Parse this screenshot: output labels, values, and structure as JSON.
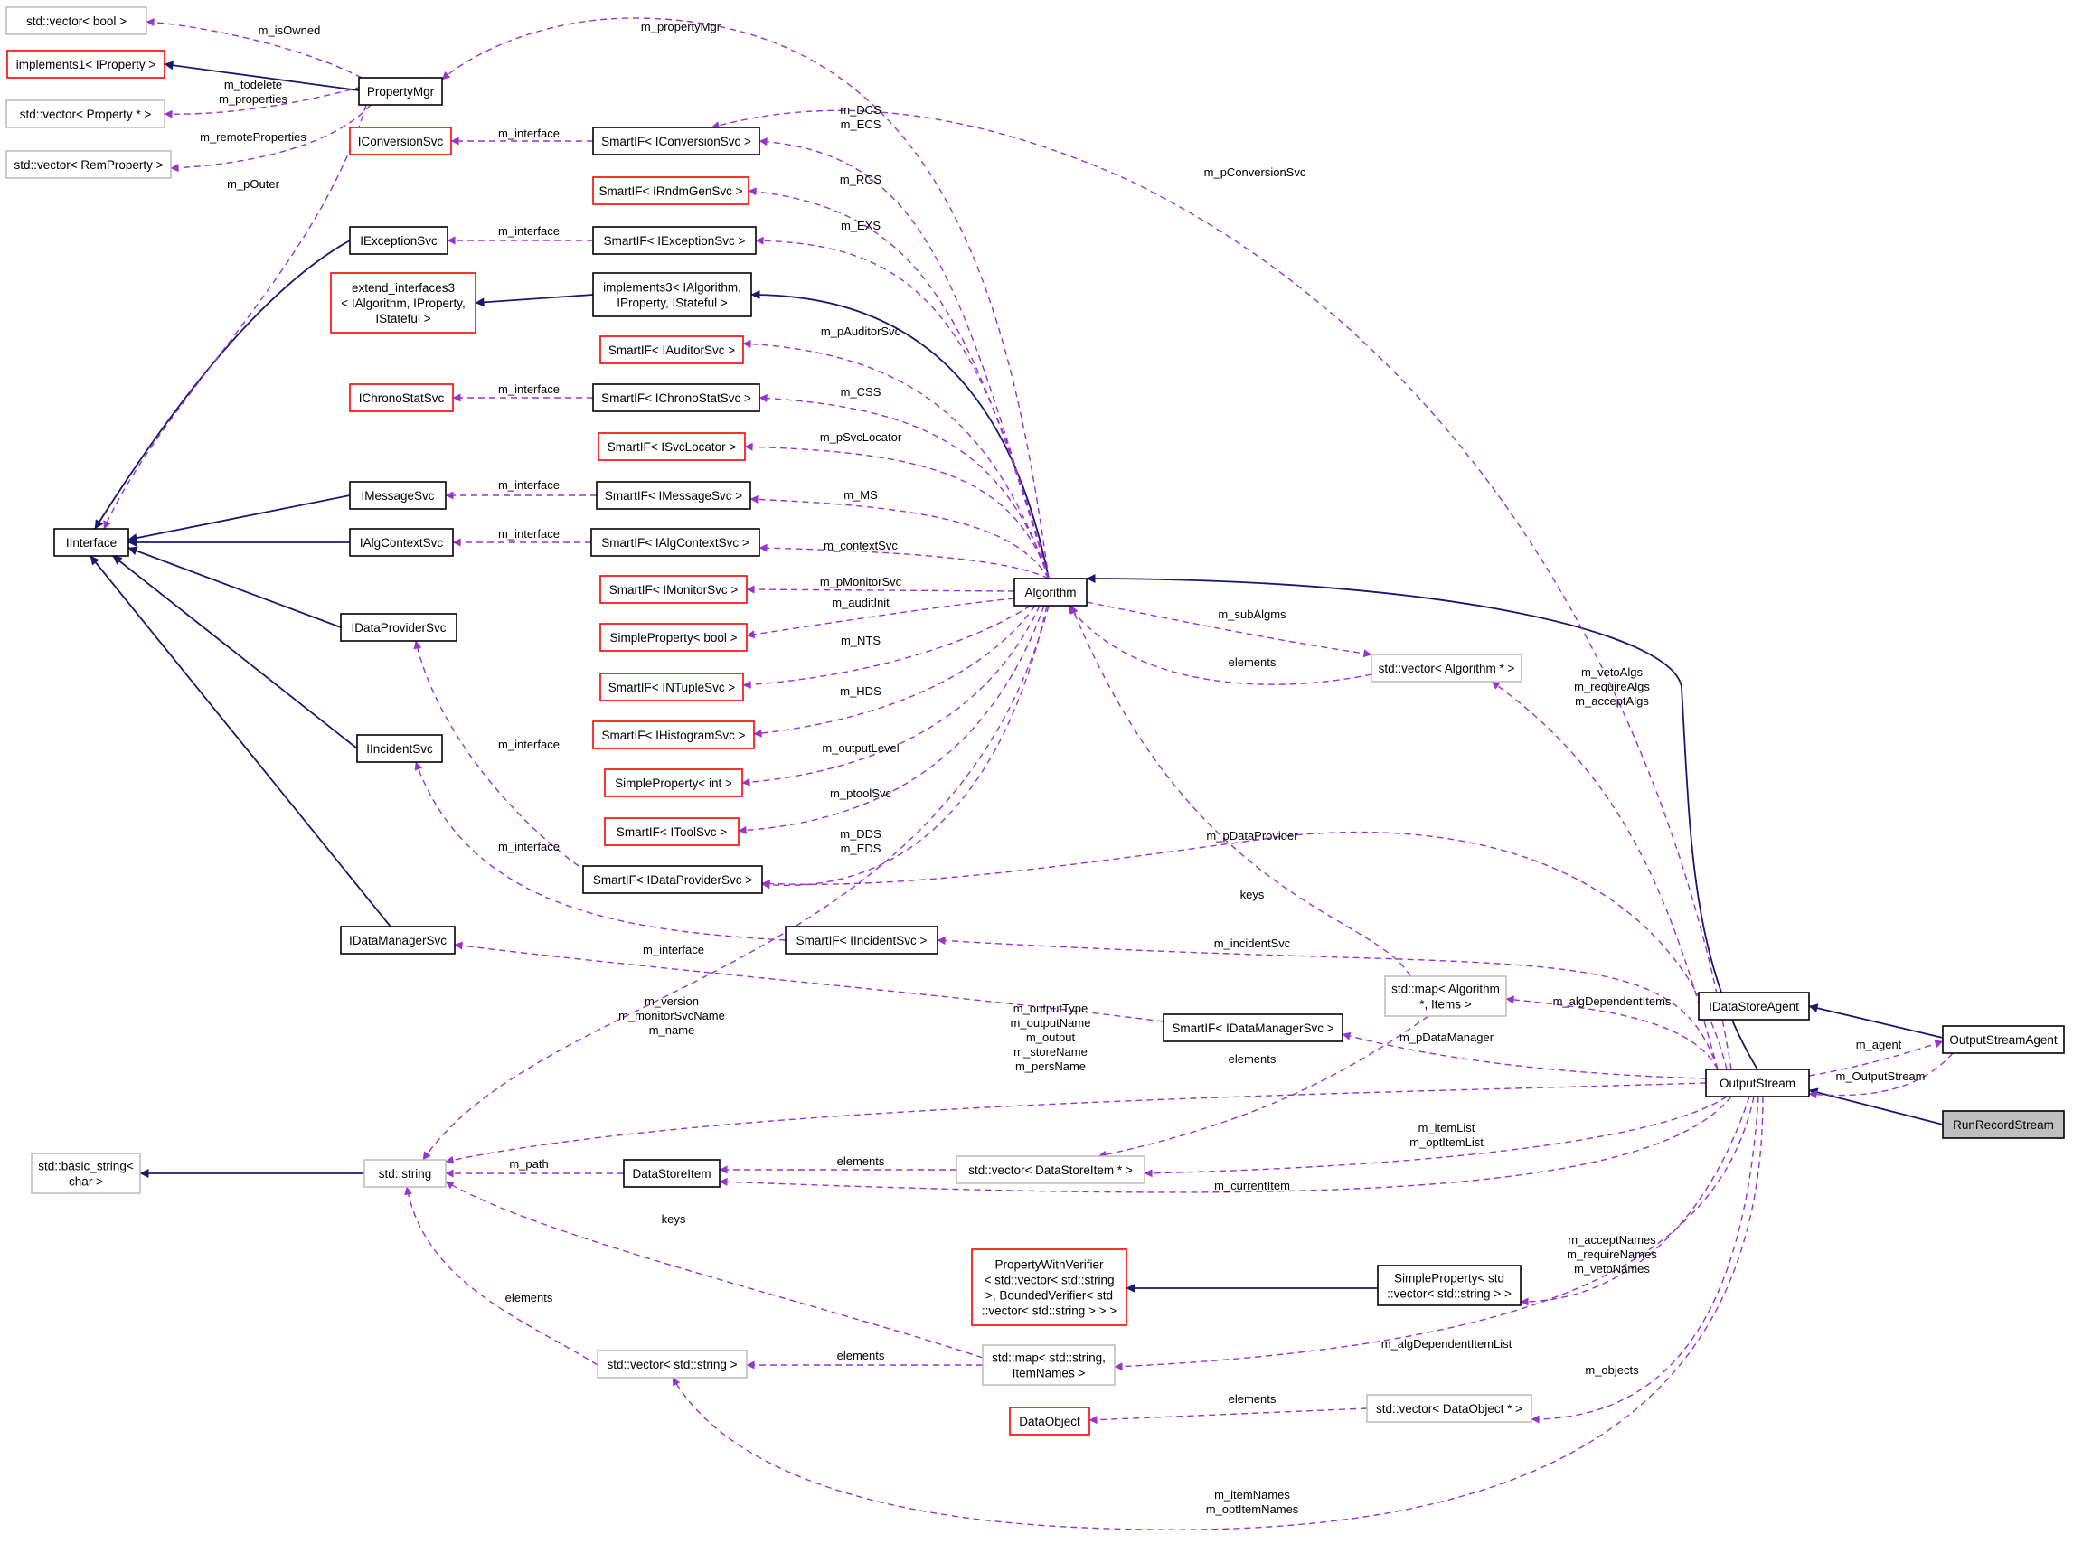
{
  "colors": {
    "inheritance": "#191970",
    "usage": "#9a32cd",
    "border_documented": "#000000",
    "border_undocumented": "#ff0000",
    "border_external": "#bfbfbf",
    "selected_fill": "#bfbfbf"
  },
  "nodes": [
    {
      "id": "vec_bool",
      "lines": [
        "std::vector< bool >"
      ],
      "kind": "gray"
    },
    {
      "id": "impl1",
      "lines": [
        "implements1< IProperty >"
      ],
      "kind": "red"
    },
    {
      "id": "vec_prop",
      "lines": [
        "std::vector< Property * >"
      ],
      "kind": "gray"
    },
    {
      "id": "vec_remprop",
      "lines": [
        "std::vector< RemProperty >"
      ],
      "kind": "gray"
    },
    {
      "id": "propmgr",
      "lines": [
        "PropertyMgr"
      ],
      "kind": "std"
    },
    {
      "id": "iconvsvc",
      "lines": [
        "IConversionSvc"
      ],
      "kind": "red"
    },
    {
      "id": "sif_conv",
      "lines": [
        "SmartIF< IConversionSvc >"
      ],
      "kind": "std"
    },
    {
      "id": "sif_rndm",
      "lines": [
        "SmartIF< IRndmGenSvc >"
      ],
      "kind": "red"
    },
    {
      "id": "iexcsvc",
      "lines": [
        "IExceptionSvc"
      ],
      "kind": "std"
    },
    {
      "id": "sif_exc",
      "lines": [
        "SmartIF< IExceptionSvc >"
      ],
      "kind": "std"
    },
    {
      "id": "extend3",
      "lines": [
        "extend_interfaces3",
        "< IAlgorithm, IProperty,",
        "IStateful >"
      ],
      "kind": "red"
    },
    {
      "id": "impl3",
      "lines": [
        "implements3< IAlgorithm,",
        "IProperty, IStateful >"
      ],
      "kind": "std"
    },
    {
      "id": "sif_aud",
      "lines": [
        "SmartIF< IAuditorSvc >"
      ],
      "kind": "red"
    },
    {
      "id": "ichrono",
      "lines": [
        "IChronoStatSvc"
      ],
      "kind": "red"
    },
    {
      "id": "sif_chrono",
      "lines": [
        "SmartIF< IChronoStatSvc >"
      ],
      "kind": "std"
    },
    {
      "id": "sif_svcloc",
      "lines": [
        "SmartIF< ISvcLocator >"
      ],
      "kind": "red"
    },
    {
      "id": "imsgsvc",
      "lines": [
        "IMessageSvc"
      ],
      "kind": "std"
    },
    {
      "id": "sif_msg",
      "lines": [
        "SmartIF< IMessageSvc >"
      ],
      "kind": "std"
    },
    {
      "id": "iinterface",
      "lines": [
        "IInterface"
      ],
      "kind": "std"
    },
    {
      "id": "ialgctx",
      "lines": [
        "IAlgContextSvc"
      ],
      "kind": "std"
    },
    {
      "id": "sif_algctx",
      "lines": [
        "SmartIF< IAlgContextSvc >"
      ],
      "kind": "std"
    },
    {
      "id": "sif_mon",
      "lines": [
        "SmartIF< IMonitorSvc >"
      ],
      "kind": "red"
    },
    {
      "id": "algorithm",
      "lines": [
        "Algorithm"
      ],
      "kind": "std"
    },
    {
      "id": "sp_bool",
      "lines": [
        "SimpleProperty< bool >"
      ],
      "kind": "red"
    },
    {
      "id": "idataprov",
      "lines": [
        "IDataProviderSvc"
      ],
      "kind": "std"
    },
    {
      "id": "vec_alg",
      "lines": [
        "std::vector< Algorithm * >"
      ],
      "kind": "gray"
    },
    {
      "id": "sif_ntuple",
      "lines": [
        "SmartIF< INTupleSvc >"
      ],
      "kind": "red"
    },
    {
      "id": "sif_hist",
      "lines": [
        "SmartIF< IHistogramSvc >"
      ],
      "kind": "red"
    },
    {
      "id": "iincsvc",
      "lines": [
        "IIncidentSvc"
      ],
      "kind": "std"
    },
    {
      "id": "sp_int",
      "lines": [
        "SimpleProperty< int >"
      ],
      "kind": "red"
    },
    {
      "id": "sif_tool",
      "lines": [
        "SmartIF< IToolSvc >"
      ],
      "kind": "red"
    },
    {
      "id": "sif_dataprov",
      "lines": [
        "SmartIF< IDataProviderSvc >"
      ],
      "kind": "std"
    },
    {
      "id": "idatamgr",
      "lines": [
        "IDataManagerSvc"
      ],
      "kind": "std"
    },
    {
      "id": "sif_inc",
      "lines": [
        "SmartIF< IIncidentSvc >"
      ],
      "kind": "std"
    },
    {
      "id": "map_alg",
      "lines": [
        "std::map< Algorithm",
        "*, Items >"
      ],
      "kind": "gray"
    },
    {
      "id": "idsagent",
      "lines": [
        "IDataStoreAgent"
      ],
      "kind": "std"
    },
    {
      "id": "sif_datamgr",
      "lines": [
        "SmartIF< IDataManagerSvc >"
      ],
      "kind": "std"
    },
    {
      "id": "osagent",
      "lines": [
        "OutputStreamAgent"
      ],
      "kind": "std"
    },
    {
      "id": "outstream",
      "lines": [
        "OutputStream"
      ],
      "kind": "std"
    },
    {
      "id": "runrecord",
      "lines": [
        "RunRecordStream"
      ],
      "kind": "selected"
    },
    {
      "id": "basic_string",
      "lines": [
        "std::basic_string<",
        "char >"
      ],
      "kind": "gray"
    },
    {
      "id": "stdstring",
      "lines": [
        "std::string"
      ],
      "kind": "gray"
    },
    {
      "id": "dsitem",
      "lines": [
        "DataStoreItem"
      ],
      "kind": "std"
    },
    {
      "id": "vec_dsitem",
      "lines": [
        "std::vector< DataStoreItem * >"
      ],
      "kind": "gray"
    },
    {
      "id": "pwv",
      "lines": [
        "PropertyWithVerifier",
        "< std::vector< std::string",
        ">, BoundedVerifier< std",
        "::vector< std::string > > >"
      ],
      "kind": "red"
    },
    {
      "id": "sp_vecstr",
      "lines": [
        "SimpleProperty< std",
        "::vector< std::string > >"
      ],
      "kind": "std"
    },
    {
      "id": "vec_string",
      "lines": [
        "std::vector< std::string >"
      ],
      "kind": "gray"
    },
    {
      "id": "map_str",
      "lines": [
        "std::map< std::string,",
        "ItemNames >"
      ],
      "kind": "gray"
    },
    {
      "id": "vec_dataobj",
      "lines": [
        "std::vector< DataObject * >"
      ],
      "kind": "gray"
    },
    {
      "id": "dataobject",
      "lines": [
        "DataObject"
      ],
      "kind": "red"
    }
  ],
  "edge_labels": [
    {
      "id": "l_isowned",
      "lines": [
        "m_isOwned"
      ]
    },
    {
      "id": "l_propmgr",
      "lines": [
        "m_propertyMgr"
      ]
    },
    {
      "id": "l_todelete",
      "lines": [
        "m_todelete",
        "m_properties"
      ]
    },
    {
      "id": "l_remote",
      "lines": [
        "m_remoteProperties"
      ]
    },
    {
      "id": "l_pouter",
      "lines": [
        "m_pOuter"
      ]
    },
    {
      "id": "l_dcs",
      "lines": [
        "m_DCS",
        "m_ECS"
      ]
    },
    {
      "id": "l_if_conv",
      "lines": [
        "m_interface"
      ]
    },
    {
      "id": "l_pconv",
      "lines": [
        "m_pConversionSvc"
      ]
    },
    {
      "id": "l_rgs",
      "lines": [
        "m_RGS"
      ]
    },
    {
      "id": "l_if_exc",
      "lines": [
        "m_interface"
      ]
    },
    {
      "id": "l_exs",
      "lines": [
        "m_EXS"
      ]
    },
    {
      "id": "l_aud",
      "lines": [
        "m_pAuditorSvc"
      ]
    },
    {
      "id": "l_if_chrono",
      "lines": [
        "m_interface"
      ]
    },
    {
      "id": "l_css",
      "lines": [
        "m_CSS"
      ]
    },
    {
      "id": "l_svcloc",
      "lines": [
        "m_pSvcLocator"
      ]
    },
    {
      "id": "l_if_msg",
      "lines": [
        "m_interface"
      ]
    },
    {
      "id": "l_ms",
      "lines": [
        "m_MS"
      ]
    },
    {
      "id": "l_if_algctx",
      "lines": [
        "m_interface"
      ]
    },
    {
      "id": "l_ctx",
      "lines": [
        "m_contextSvc"
      ]
    },
    {
      "id": "l_mon",
      "lines": [
        "m_pMonitorSvc"
      ]
    },
    {
      "id": "l_auditinit",
      "lines": [
        "m_auditInit"
      ]
    },
    {
      "id": "l_subalgs",
      "lines": [
        "m_subAlgms"
      ]
    },
    {
      "id": "l_nts",
      "lines": [
        "m_NTS"
      ]
    },
    {
      "id": "l_elements_alg",
      "lines": [
        "elements"
      ]
    },
    {
      "id": "l_hds",
      "lines": [
        "m_HDS"
      ]
    },
    {
      "id": "l_veto",
      "lines": [
        "m_vetoAlgs",
        "m_requireAlgs",
        "m_acceptAlgs"
      ]
    },
    {
      "id": "l_if_dp",
      "lines": [
        "m_interface"
      ]
    },
    {
      "id": "l_outlevel",
      "lines": [
        "m_outputLevel"
      ]
    },
    {
      "id": "l_ptool",
      "lines": [
        "m_ptoolSvc"
      ]
    },
    {
      "id": "l_pdataprov",
      "lines": [
        "m_pDataProvider"
      ]
    },
    {
      "id": "l_if_inc",
      "lines": [
        "m_interface"
      ]
    },
    {
      "id": "l_dds",
      "lines": [
        "m_DDS",
        "m_EDS"
      ]
    },
    {
      "id": "l_keys_alg",
      "lines": [
        "keys"
      ]
    },
    {
      "id": "l_incsvc",
      "lines": [
        "m_incidentSvc"
      ]
    },
    {
      "id": "l_if_dm",
      "lines": [
        "m_interface"
      ]
    },
    {
      "id": "l_algdep",
      "lines": [
        "m_algDependentItems"
      ]
    },
    {
      "id": "l_version",
      "lines": [
        "m_version",
        "m_monitorSvcName",
        "m_name"
      ]
    },
    {
      "id": "l_outputtype",
      "lines": [
        "m_outputType",
        "m_outputName",
        "m_output",
        "m_storeName",
        "m_persName"
      ]
    },
    {
      "id": "l_pdatamgr",
      "lines": [
        "m_pDataManager"
      ]
    },
    {
      "id": "l_agent",
      "lines": [
        "m_agent"
      ]
    },
    {
      "id": "l_elements_map",
      "lines": [
        "elements"
      ]
    },
    {
      "id": "l_outputstream",
      "lines": [
        "m_OutputStream"
      ]
    },
    {
      "id": "l_itemlist",
      "lines": [
        "m_itemList",
        "m_optItemList"
      ]
    },
    {
      "id": "l_path",
      "lines": [
        "m_path"
      ]
    },
    {
      "id": "l_elements_ds",
      "lines": [
        "elements"
      ]
    },
    {
      "id": "l_curitem",
      "lines": [
        "m_currentItem"
      ]
    },
    {
      "id": "l_keys_str",
      "lines": [
        "keys"
      ]
    },
    {
      "id": "l_acceptnames",
      "lines": [
        "m_acceptNames",
        "m_requireNames",
        "m_vetoNames"
      ]
    },
    {
      "id": "l_elements_str",
      "lines": [
        "elements"
      ]
    },
    {
      "id": "l_algdeplist",
      "lines": [
        "m_algDependentItemList"
      ]
    },
    {
      "id": "l_elements_vs",
      "lines": [
        "elements"
      ]
    },
    {
      "id": "l_objects",
      "lines": [
        "m_objects"
      ]
    },
    {
      "id": "l_elements_do",
      "lines": [
        "elements"
      ]
    },
    {
      "id": "l_itemnames",
      "lines": [
        "m_itemNames",
        "m_optItemNames"
      ]
    }
  ]
}
